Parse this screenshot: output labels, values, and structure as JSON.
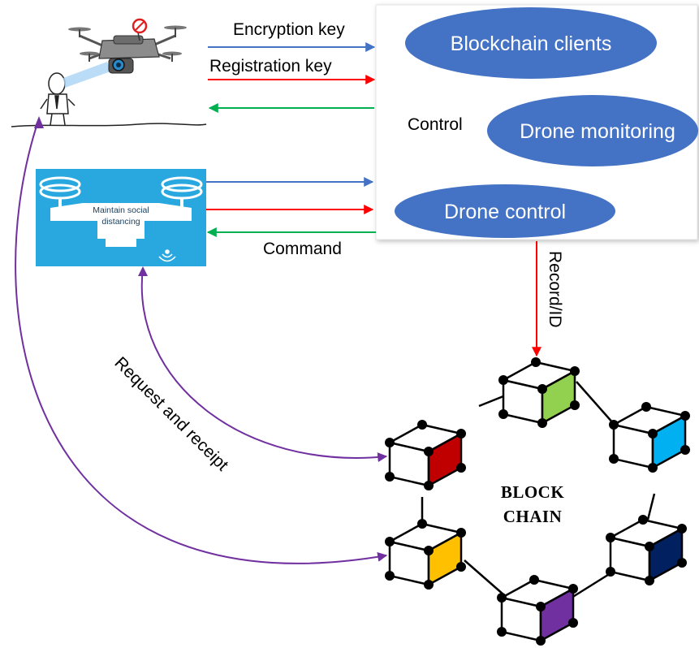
{
  "clients_label": "Blockchain clients",
  "monitoring_label": "Drone monitoring",
  "control_oval_label": "Drone control",
  "control_label": "Control",
  "encryption_key_label": "Encryption key",
  "registration_key_label": "Registration key",
  "command_label": "Command",
  "record_id_label": "Record/ID",
  "request_receipt_label": "Request and receipt",
  "banner_line1": "Maintain social",
  "banner_line2": "distancing",
  "chain_line1": "BLOCK",
  "chain_line2": "CHAIN",
  "colors": {
    "oval": "#4472c4",
    "blue_arrow": "#4472c4",
    "red_arrow": "#ff0000",
    "green_arrow": "#00b050",
    "purple_arrow": "#7030a0",
    "banner_bg": "#29a8e0",
    "block_green": "#92d050",
    "block_cyan": "#00b0f0",
    "block_red": "#c00000",
    "block_navy": "#002060",
    "block_yellow": "#ffc000",
    "block_purple": "#7030a0"
  },
  "icons": {
    "drone": "drone-camera-icon",
    "person": "person-sketch-icon",
    "wifi": "wifi-signal-icon",
    "no_sign": "prohibited-sign-icon"
  }
}
